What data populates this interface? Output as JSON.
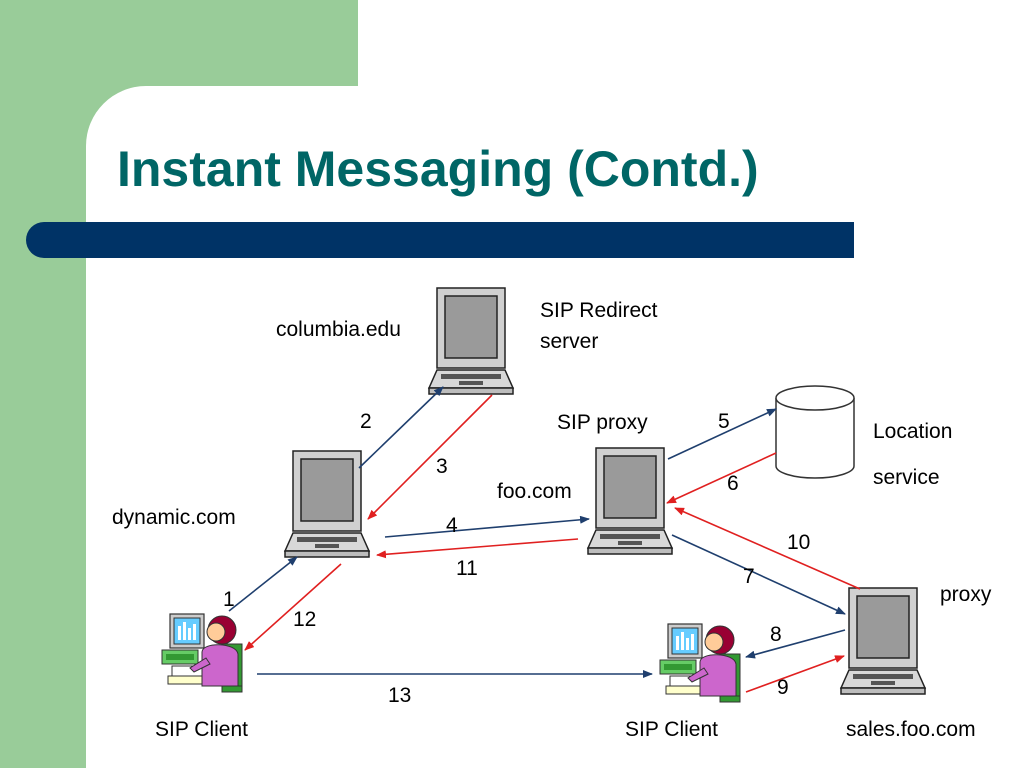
{
  "slide": {
    "title": "Instant Messaging (Contd.)"
  },
  "colors": {
    "green": "#99cc99",
    "title_text": "#006666",
    "title_bar": "#003366",
    "arrow_blue": "#1f3f6e",
    "arrow_red": "#e02020"
  },
  "labels": {
    "columbia": "columbia.edu",
    "redirect_line1": "SIP Redirect",
    "redirect_line2": "server",
    "sip_proxy": "SIP proxy",
    "location_line1": "Location",
    "location_line2": "service",
    "foo": "foo.com",
    "dynamic": "dynamic.com",
    "proxy": "proxy",
    "sip_client_left": "SIP Client",
    "sip_client_right": "SIP Client",
    "sales": "sales.foo.com"
  },
  "steps": [
    "1",
    "2",
    "3",
    "4",
    "5",
    "6",
    "7",
    "8",
    "9",
    "10",
    "11",
    "12",
    "13"
  ],
  "icons": {
    "computer": "computer-icon",
    "database": "database-icon",
    "person": "user-at-computer-icon"
  }
}
